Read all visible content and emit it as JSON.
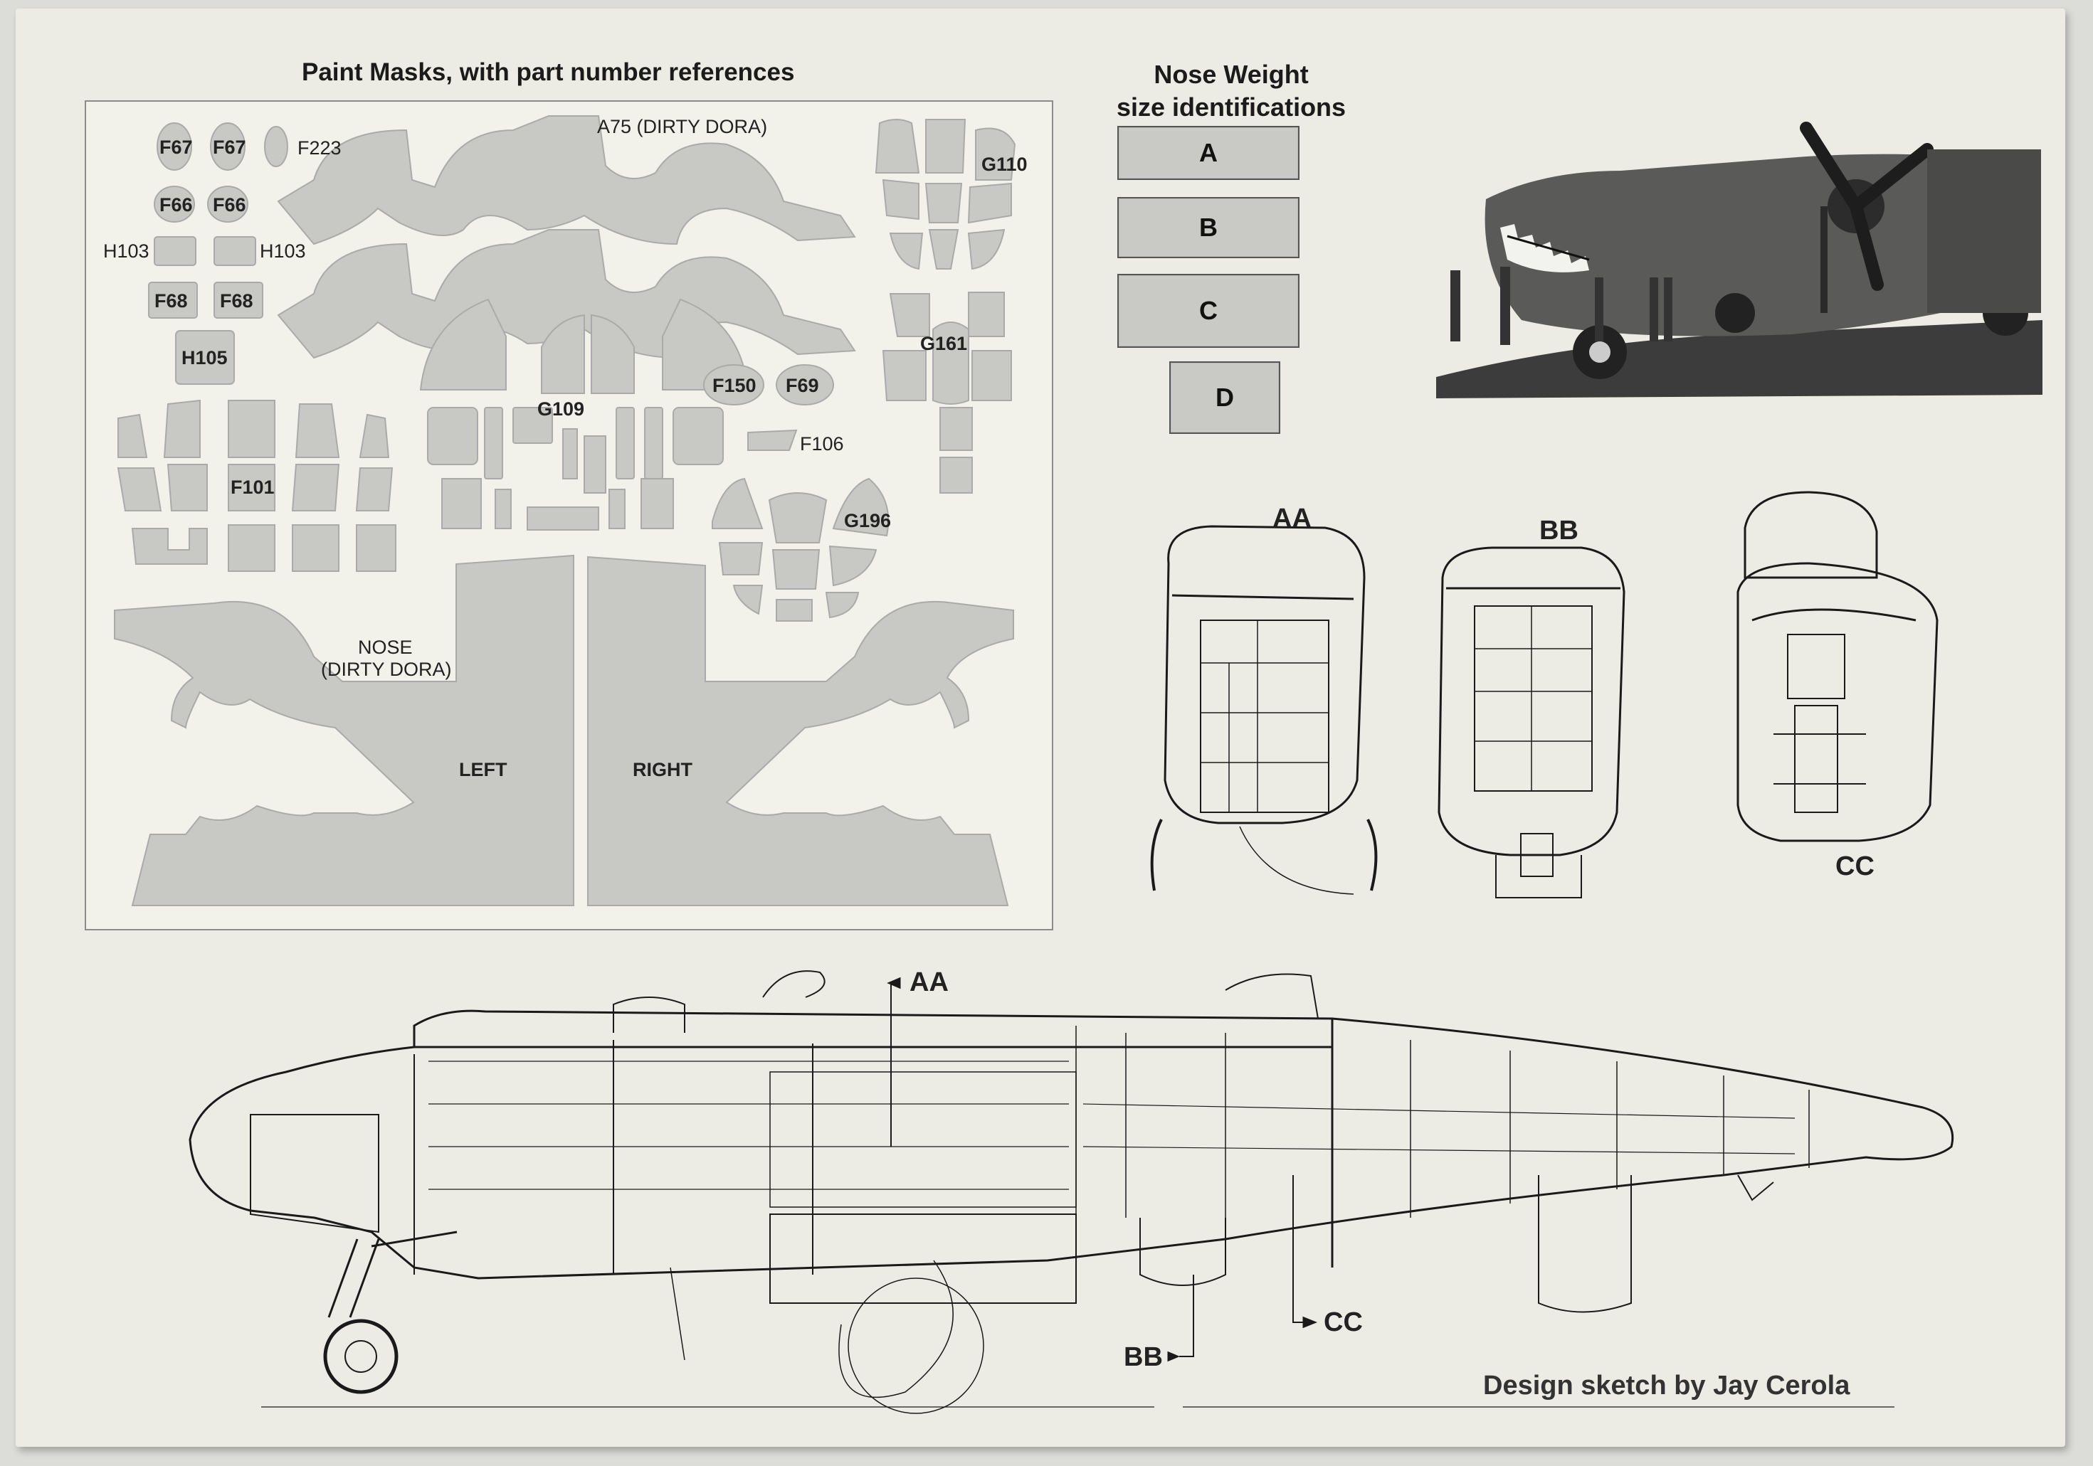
{
  "masks": {
    "title": "Paint Masks, with part number references",
    "labels": {
      "f67a": "F67",
      "f67b": "F67",
      "f223": "F223",
      "f66a": "F66",
      "f66b": "F66",
      "h103a": "H103",
      "h103b": "H103",
      "f68a": "F68",
      "f68b": "F68",
      "h105": "H105",
      "a75": "A75 (DIRTY DORA)",
      "g110": "G110",
      "g161": "G161",
      "f150": "F150",
      "f69": "F69",
      "g109": "G109",
      "f106": "F106",
      "f101": "F101",
      "g196": "G196",
      "nose": "NOSE",
      "nose_sub": "(DIRTY DORA)",
      "left": "LEFT",
      "right": "RIGHT"
    }
  },
  "nose_weight": {
    "title_line1": "Nose Weight",
    "title_line2": "size identifications",
    "sizes": [
      "A",
      "B",
      "C",
      "D"
    ]
  },
  "sections": {
    "aa": "AA",
    "bb": "BB",
    "cc": "CC"
  },
  "cutaway": {
    "aa": "AA",
    "bb": "BB",
    "cc": "CC"
  },
  "credit": "Design sketch by Jay Cerola",
  "colors": {
    "mask_fill": "#c8c8c4",
    "paper": "#edece4",
    "ink": "#1b1b1b"
  }
}
